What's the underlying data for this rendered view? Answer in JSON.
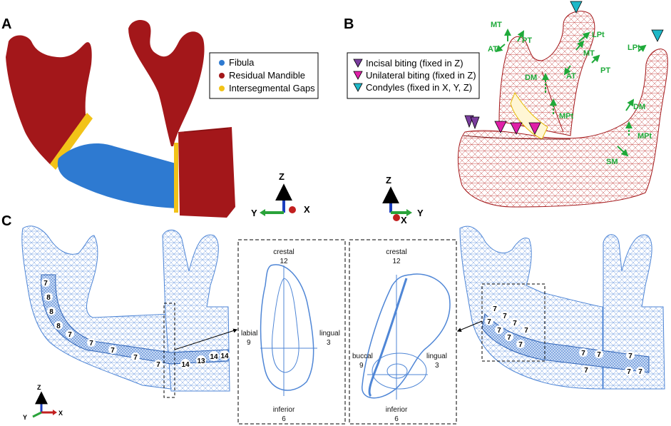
{
  "panels": [
    {
      "letter": "A"
    },
    {
      "letter": "B"
    },
    {
      "letter": "C"
    }
  ],
  "legend_a": [
    {
      "label": "Fibula",
      "color": "#2e7ad1"
    },
    {
      "label": "Residual Mandible",
      "color": "#a3171a"
    },
    {
      "label": "Intersegmental Gaps",
      "color": "#f2c318"
    }
  ],
  "legend_b": [
    {
      "label": "Incisal biting (fixed in Z)",
      "color": "#7a3d9e"
    },
    {
      "label": "Unilateral biting (fixed in Z)",
      "color": "#e020a8"
    },
    {
      "label": "Condyles (fixed in X, Y, Z)",
      "color": "#1fb8c8"
    }
  ],
  "axes": {
    "a": {
      "z": "Z",
      "y": "Y",
      "x": "X"
    },
    "b": {
      "z": "Z",
      "y": "Y",
      "x": "X"
    },
    "c": {
      "z": "Z",
      "y": "Y",
      "x": "X"
    }
  },
  "muscles": {
    "mt1": "MT",
    "pt1": "PT",
    "at1": "AT",
    "dm1": "DM",
    "mpt1": "MPt",
    "lpt1": "LPt",
    "mt2": "MT",
    "at2": "AT",
    "pt2": "PT",
    "lpt2": "LPt",
    "dm2": "DM",
    "mpt2": "MPt",
    "sm": "SM"
  },
  "cross_sections": [
    {
      "top": "crestal",
      "top_val": "12",
      "left": "labial",
      "left_val": "9",
      "right": "lingual",
      "right_val": "3",
      "bottom": "inferior",
      "bottom_val": "6"
    },
    {
      "top": "crestal",
      "top_val": "12",
      "left": "buccal",
      "left_val": "9",
      "right": "lingual",
      "right_val": "3",
      "bottom": "inferior",
      "bottom_val": "6"
    }
  ],
  "left_labels": [
    "7",
    "8",
    "8",
    "8",
    "7",
    "7",
    "7",
    "7",
    "7",
    "14",
    "13",
    "14",
    "14"
  ],
  "right_labels": [
    "7",
    "7",
    "7",
    "7",
    "7",
    "7",
    "7",
    "7",
    "7",
    "7",
    "7",
    "7",
    "7",
    "7"
  ],
  "colors": {
    "mandible": "#a3171a",
    "fibula": "#2e7ad1",
    "gap": "#f2c318",
    "mesh_red": "#c04040",
    "mesh_blue": "#4f86d6",
    "muscle": "#1faa3a"
  }
}
